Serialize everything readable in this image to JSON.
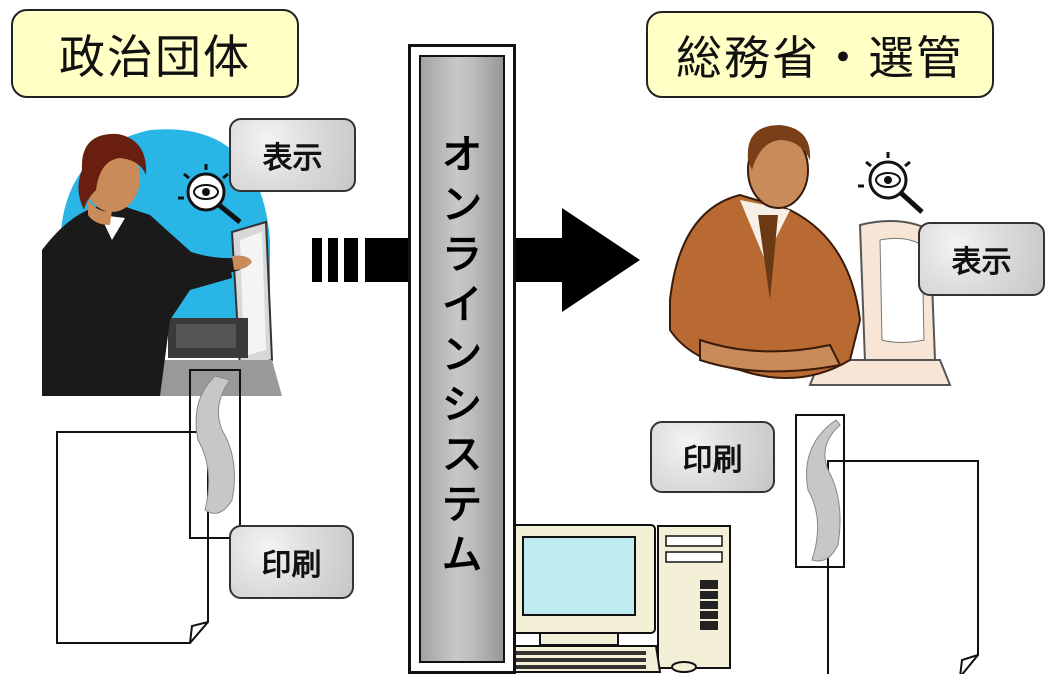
{
  "left_party": {
    "title": "政治団体",
    "display_label": "表示",
    "print_label": "印刷"
  },
  "right_party": {
    "title": "総務省・選管",
    "display_label": "表示",
    "print_label": "印刷"
  },
  "system": {
    "label": "オンラインシステム"
  },
  "colors": {
    "title_bg": "#ffffc6",
    "sky": "#29b6e6",
    "skin": "#c98b5a",
    "suit": "#1a1a1a"
  },
  "icons": [
    "woman-at-computer-illustration",
    "man-at-computer-illustration",
    "desktop-computer-illustration",
    "eye-icon",
    "document-icon",
    "arrow-right"
  ]
}
